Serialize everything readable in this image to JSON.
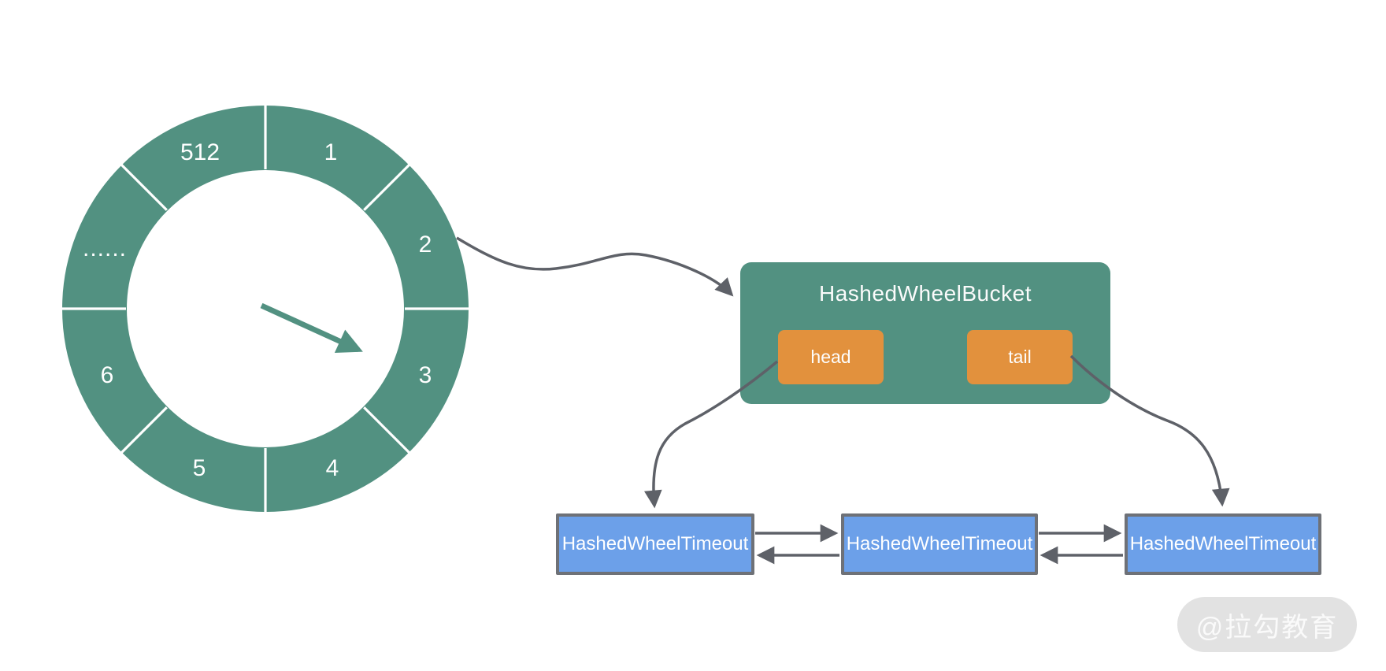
{
  "wheel": {
    "segments": [
      {
        "label": "1"
      },
      {
        "label": "2"
      },
      {
        "label": "3"
      },
      {
        "label": "4"
      },
      {
        "label": "5"
      },
      {
        "label": "6"
      },
      {
        "label": "......"
      },
      {
        "label": "512"
      }
    ]
  },
  "bucket": {
    "title": "HashedWheelBucket",
    "head": "head",
    "tail": "tail"
  },
  "timeouts": [
    {
      "label": "HashedWheelTimeout"
    },
    {
      "label": "HashedWheelTimeout"
    },
    {
      "label": "HashedWheelTimeout"
    }
  ],
  "watermark": {
    "label": "@拉勾教育"
  },
  "colors": {
    "wheel_teal": "#529181",
    "node_orange": "#E2913D",
    "node_blue": "#6CA0E9",
    "node_border_gray": "#6E7177",
    "connector_gray": "#5E6168",
    "watermark_bg": "#E2E2E2",
    "divider_white": "#FFFFFF"
  }
}
